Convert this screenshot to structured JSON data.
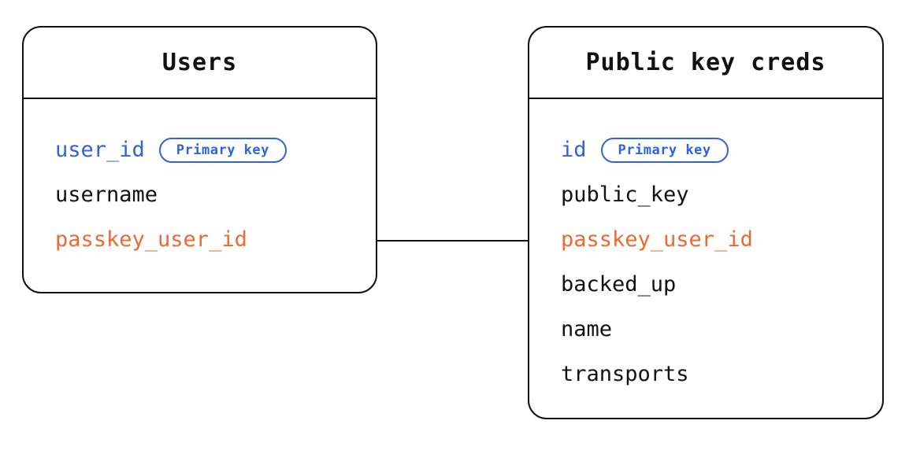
{
  "diagram": {
    "type": "entity-relationship-diagram",
    "colors": {
      "background": "#ffffff",
      "border": "#111111",
      "text": "#111111",
      "primary_key": "#2f62dd",
      "foreign_key": "#ea6a33"
    },
    "entities": [
      {
        "id": "users",
        "title": "Users",
        "fields": [
          {
            "name": "user_id",
            "role": "primary-key",
            "badge": "Primary key"
          },
          {
            "name": "username",
            "role": "plain",
            "badge": null
          },
          {
            "name": "passkey_user_id",
            "role": "foreign-key",
            "badge": null
          }
        ]
      },
      {
        "id": "public-key-creds",
        "title": "Public key creds",
        "fields": [
          {
            "name": "id",
            "role": "primary-key",
            "badge": "Primary key"
          },
          {
            "name": "public_key",
            "role": "plain",
            "badge": null
          },
          {
            "name": "passkey_user_id",
            "role": "foreign-key",
            "badge": null
          },
          {
            "name": "backed_up",
            "role": "plain",
            "badge": null
          },
          {
            "name": "name",
            "role": "plain",
            "badge": null
          },
          {
            "name": "transports",
            "role": "plain",
            "badge": null
          }
        ]
      }
    ],
    "relationships": [
      {
        "id": "users-to-public-key-creds",
        "from": "users.passkey_user_id",
        "to": "public-key-creds.passkey_user_id",
        "style": "solid-line"
      }
    ]
  }
}
